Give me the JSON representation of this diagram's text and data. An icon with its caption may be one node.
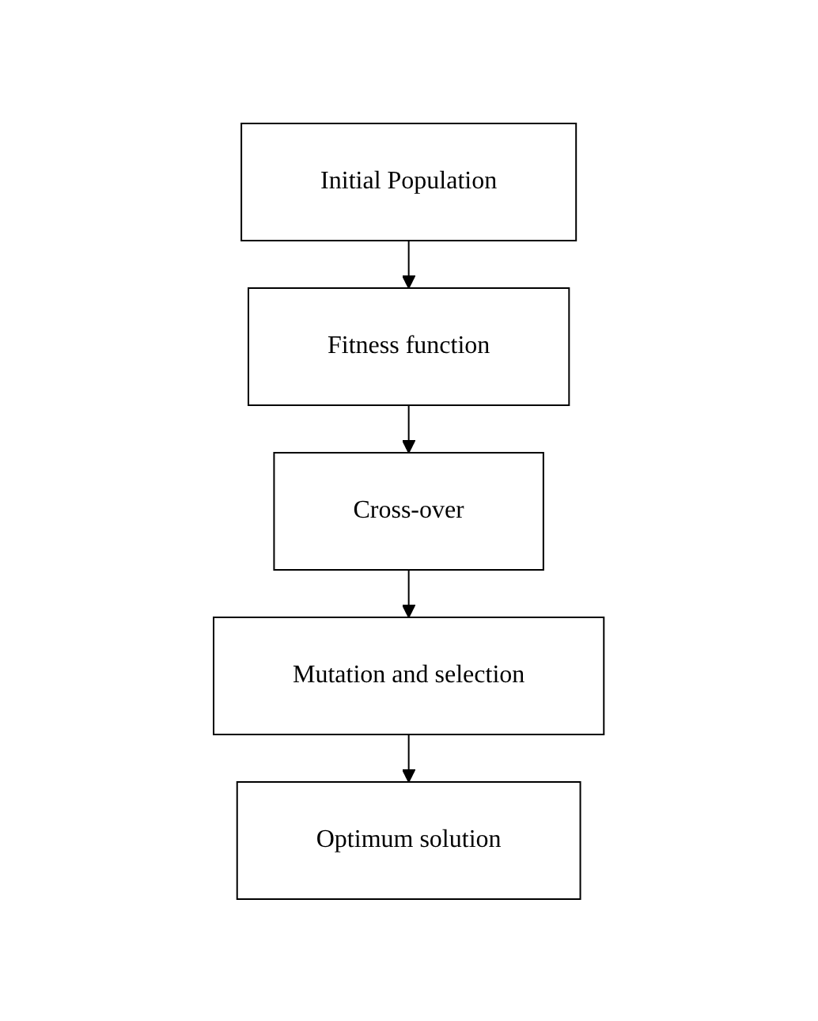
{
  "diagram": {
    "nodes": [
      {
        "text": [
          "Initial Population"
        ]
      },
      {
        "text": [
          "Fitness function"
        ]
      },
      {
        "text": [
          "Cross-over"
        ]
      },
      {
        "text": [
          "Mutation and selection"
        ]
      },
      {
        "text": [
          "Optimum solution"
        ]
      }
    ],
    "edges": [
      {
        "from": 0,
        "to": 1,
        "arrow": "to"
      },
      {
        "from": 1,
        "to": 2,
        "arrow": "to"
      },
      {
        "from": 2,
        "to": 3,
        "arrow": "to"
      },
      {
        "from": 3,
        "to": 4,
        "arrow": "to"
      }
    ]
  }
}
